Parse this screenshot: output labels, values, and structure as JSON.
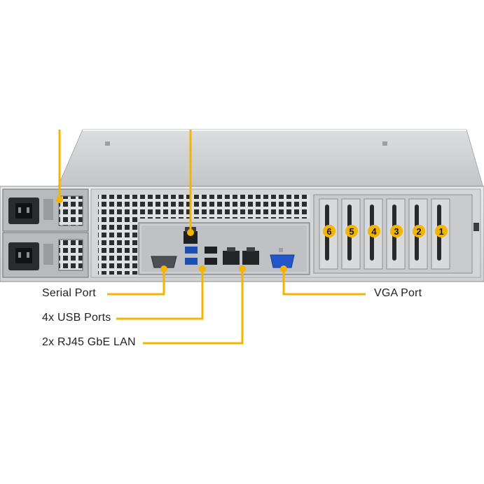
{
  "diagram": {
    "labels": {
      "serial": "Serial Port",
      "usb": "4x USB Ports",
      "lan": "2x RJ45 GbE LAN",
      "vga": "VGA Port"
    },
    "slots": [
      "6",
      "5",
      "4",
      "3",
      "2",
      "1"
    ]
  },
  "colors": {
    "callout": "#f4b400",
    "chassis": "#c9cbcd",
    "chassis_dark": "#7d8084",
    "io_plate": "#bfc2c5"
  }
}
